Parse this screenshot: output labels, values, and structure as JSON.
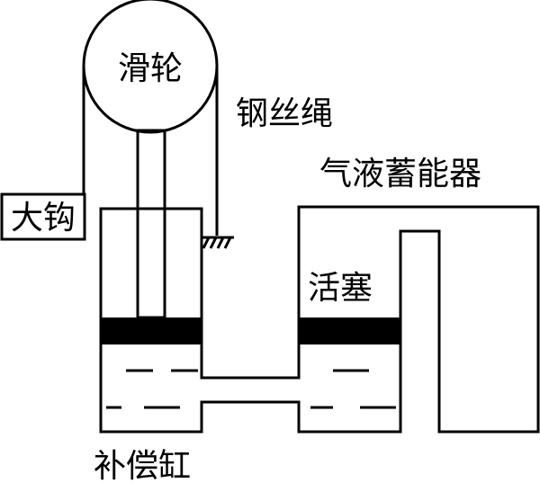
{
  "labels": {
    "pulley": "滑轮",
    "wire_rope": "钢丝绳",
    "accumulator": "气液蓄能器",
    "hook": "大钩",
    "piston": "活塞",
    "compensation_cylinder": "补偿缸"
  },
  "colors": {
    "line": "#000000",
    "background": "#ffffff"
  }
}
